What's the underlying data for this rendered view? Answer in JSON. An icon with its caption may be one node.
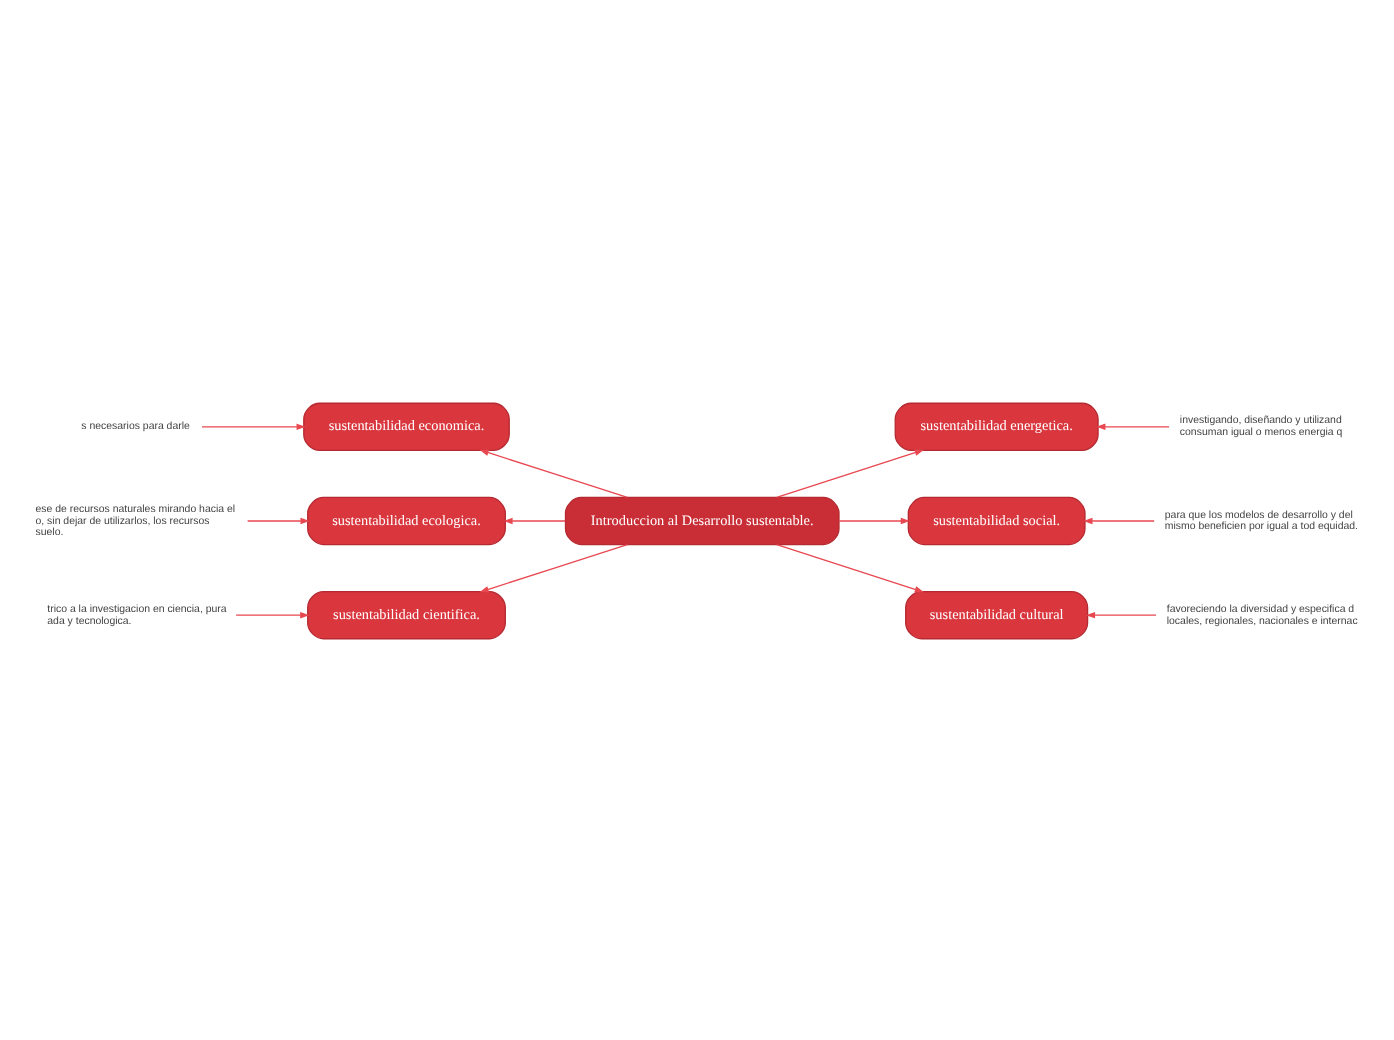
{
  "diagram": {
    "nodes": [
      {
        "text": [
          "Introduccion al Desarrollo sustentable."
        ]
      },
      {
        "text": [
          "sustentabilidad economica."
        ]
      },
      {
        "text": [
          "sustentabilidad ecologica."
        ]
      },
      {
        "text": [
          "sustentabilidad cientifica."
        ]
      },
      {
        "text": [
          "sustentabilidad energetica."
        ]
      },
      {
        "text": [
          "sustentabilidad social."
        ]
      },
      {
        "text": [
          "sustentabilidad cultural"
        ]
      },
      {
        "text": [
          "s necesarios para darle"
        ]
      },
      {
        "text": [
          "ese de recursos naturales mirando hacia el o, sin dejar de utilizarlos, los recursos suelo."
        ]
      },
      {
        "text": [
          "trico a la investigacion en ciencia, pura ada y tecnologica."
        ]
      },
      {
        "text": [
          "investigando, diseñando y utilizand consuman igual o menos energia q"
        ]
      },
      {
        "text": [
          "para que los modelos de desarrollo y del mismo beneficien por igual a tod equidad."
        ]
      },
      {
        "text": [
          "favoreciendo la diversidad y especifica d locales, regionales, nacionales e internac"
        ]
      }
    ],
    "edges": [
      {
        "from": 0,
        "to": 1,
        "arrow": "to"
      },
      {
        "from": 0,
        "to": 2,
        "arrow": "to"
      },
      {
        "from": 0,
        "to": 3,
        "arrow": "to"
      },
      {
        "from": 0,
        "to": 4,
        "arrow": "to"
      },
      {
        "from": 0,
        "to": 5,
        "arrow": "to"
      },
      {
        "from": 0,
        "to": 6,
        "arrow": "to"
      },
      {
        "from": 7,
        "to": 1,
        "arrow": "to"
      },
      {
        "from": 8,
        "to": 2,
        "arrow": "to"
      },
      {
        "from": 9,
        "to": 3,
        "arrow": "to"
      },
      {
        "from": 10,
        "to": 4,
        "arrow": "to"
      },
      {
        "from": 11,
        "to": 5,
        "arrow": "to"
      },
      {
        "from": 12,
        "to": 6,
        "arrow": "to"
      }
    ]
  }
}
